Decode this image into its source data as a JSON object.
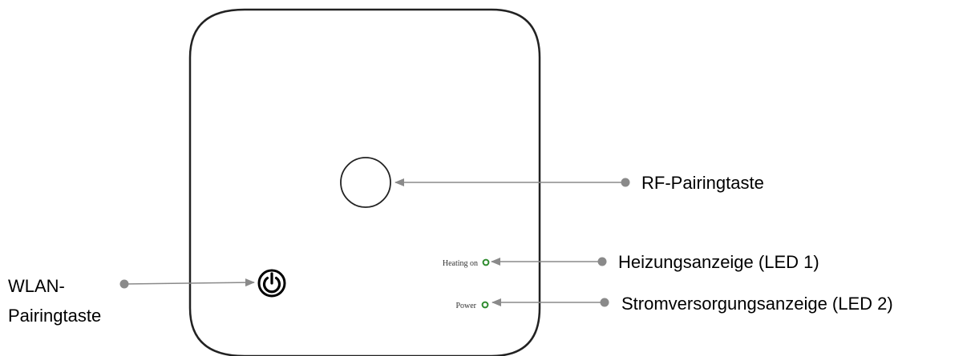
{
  "device": {
    "heating_label": "Heating on",
    "power_label": "Power"
  },
  "callouts": {
    "rf_pairing": "RF-Pairingtaste",
    "heating_indicator": "Heizungsanzeige (LED 1)",
    "power_indicator": "Stromversorgungsanzeige (LED 2)",
    "wlan_pairing_line1": "WLAN-",
    "wlan_pairing_line2": "Pairingtaste"
  },
  "colors": {
    "led": "#2e8b2e",
    "leader": "#8a8a8a",
    "outline": "#222222"
  },
  "icons": {
    "wlan_button": "power-icon"
  }
}
